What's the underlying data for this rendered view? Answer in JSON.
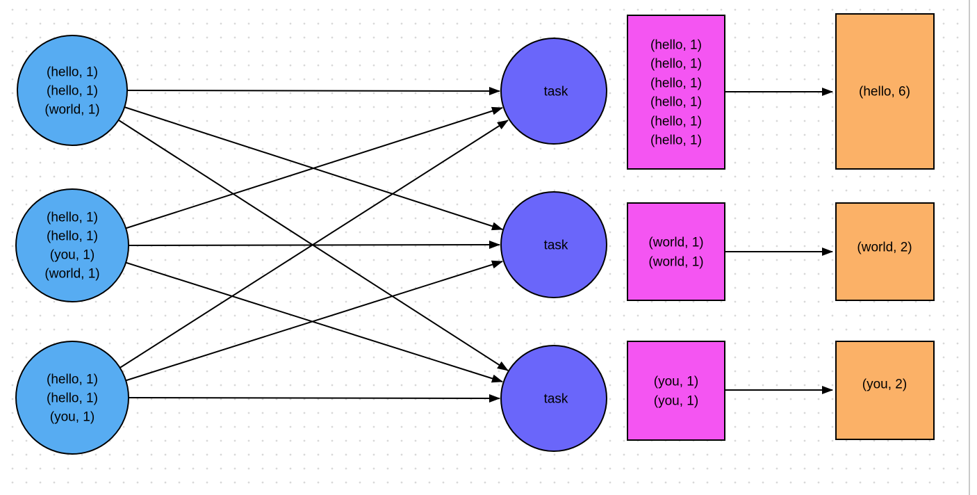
{
  "diagram": {
    "colors": {
      "mapper_fill": "#57ACF2",
      "task_fill": "#6A66FA",
      "buffer_fill": "#F455F2",
      "result_fill": "#FBB167",
      "stroke": "#000000",
      "grid_dot": "#D8D8D8",
      "window_edge": "#C9C9C9"
    },
    "mappers": [
      {
        "id": "mapper-1",
        "lines": [
          "(hello, 1)",
          "(hello, 1)",
          "(world, 1)"
        ]
      },
      {
        "id": "mapper-2",
        "lines": [
          "(hello, 1)",
          "(hello, 1)",
          "(you, 1)",
          "(world, 1)"
        ]
      },
      {
        "id": "mapper-3",
        "lines": [
          "(hello, 1)",
          "(hello, 1)",
          "(you, 1)"
        ]
      }
    ],
    "tasks": [
      {
        "id": "task-1",
        "label": "task"
      },
      {
        "id": "task-2",
        "label": "task"
      },
      {
        "id": "task-3",
        "label": "task"
      }
    ],
    "buffers": [
      {
        "id": "buffer-1",
        "lines": [
          "(hello, 1)",
          "(hello, 1)",
          "(hello, 1)",
          "(hello, 1)",
          "(hello, 1)",
          "(hello, 1)"
        ]
      },
      {
        "id": "buffer-2",
        "lines": [
          "(world, 1)",
          "(world, 1)"
        ]
      },
      {
        "id": "buffer-3",
        "lines": [
          "(you, 1)",
          "(you, 1)"
        ]
      }
    ],
    "results": [
      {
        "id": "result-1",
        "label": "(hello, 6)"
      },
      {
        "id": "result-2",
        "label": "(world, 2)"
      },
      {
        "id": "result-3",
        "label": "(you, 2)"
      }
    ],
    "edges": {
      "shuffle": [
        {
          "from": "mapper-1",
          "to": "task-1"
        },
        {
          "from": "mapper-1",
          "to": "task-2"
        },
        {
          "from": "mapper-1",
          "to": "task-3"
        },
        {
          "from": "mapper-2",
          "to": "task-1"
        },
        {
          "from": "mapper-2",
          "to": "task-2"
        },
        {
          "from": "mapper-2",
          "to": "task-3"
        },
        {
          "from": "mapper-3",
          "to": "task-1"
        },
        {
          "from": "mapper-3",
          "to": "task-2"
        },
        {
          "from": "mapper-3",
          "to": "task-3"
        }
      ],
      "reduce": [
        {
          "from": "buffer-1",
          "to": "result-1"
        },
        {
          "from": "buffer-2",
          "to": "result-2"
        },
        {
          "from": "buffer-3",
          "to": "result-3"
        }
      ]
    }
  }
}
